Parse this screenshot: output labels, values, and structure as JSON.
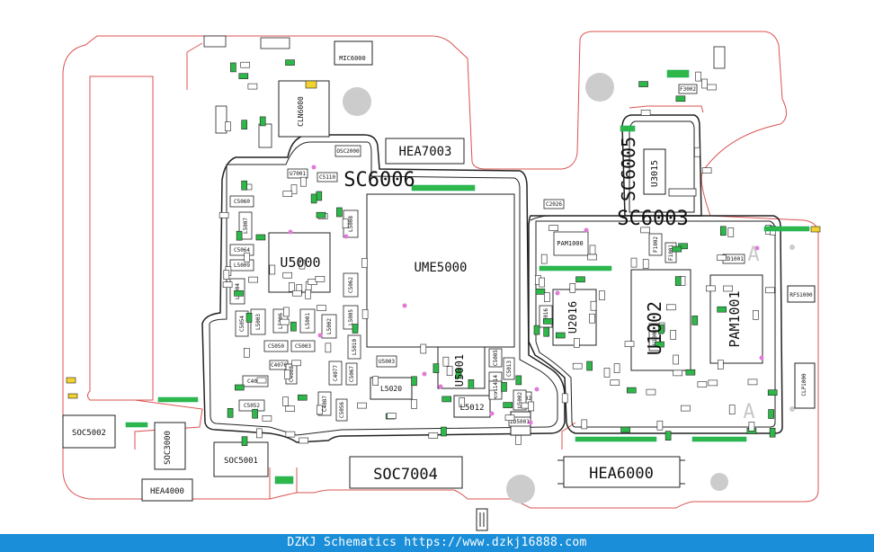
{
  "footer": {
    "text": "DZKJ Schematics https://www.dzkj16888.com"
  },
  "components": {
    "big": [
      {
        "id": "ume5000",
        "label": "UME5000"
      },
      {
        "id": "u5000",
        "label": "U5000"
      },
      {
        "id": "u1002",
        "label": "U1002"
      },
      {
        "id": "pam1001",
        "label": "PAM1001"
      },
      {
        "id": "u2016",
        "label": "U2016"
      },
      {
        "id": "u5001",
        "label": "U5001"
      },
      {
        "id": "u3015",
        "label": "U3015"
      }
    ],
    "connectors": [
      {
        "id": "hea7003",
        "label": "HEA7003"
      },
      {
        "id": "soc7004",
        "label": "SOC7004"
      },
      {
        "id": "hea6000",
        "label": "HEA6000"
      },
      {
        "id": "soc5002",
        "label": "SOC5002"
      },
      {
        "id": "soc5001",
        "label": "SOC5001"
      },
      {
        "id": "hea4000",
        "label": "HEA4000"
      },
      {
        "id": "soc3000",
        "label": "SOC3000"
      },
      {
        "id": "cln6000",
        "label": "CLN6000"
      },
      {
        "id": "mic6000",
        "label": "MIC6000"
      },
      {
        "id": "clp1000",
        "label": "CLP1000"
      },
      {
        "id": "rfs1000",
        "label": "RFS1000"
      },
      {
        "id": "pam1000",
        "label": "PAM1000"
      },
      {
        "id": "l5012",
        "label": "L5012"
      },
      {
        "id": "l5020",
        "label": "L5020"
      }
    ],
    "shields": [
      {
        "id": "sc6006",
        "label": "SC6006"
      },
      {
        "id": "sc6005",
        "label": "SC6005"
      },
      {
        "id": "sc6003",
        "label": "SC6003"
      }
    ],
    "small": [
      "C5060",
      "L5007",
      "L5008",
      "C5064",
      "L5009",
      "L5004",
      "L5003",
      "L5006",
      "L5001",
      "L5002",
      "L5005",
      "C5054",
      "C5062",
      "C5050",
      "C5003",
      "C4084",
      "C4076",
      "C4088",
      "C4077",
      "L5010",
      "U5003",
      "C5052",
      "C4087",
      "C5056",
      "C5067",
      "C5014",
      "C5002",
      "C5005",
      "C5013",
      "ZD5001",
      "U7001",
      "C5110",
      "OSC2000",
      "F1002",
      "F3002",
      "C2026",
      "ZD1001",
      "F1001",
      "U5002",
      "C5114",
      "L2016",
      "U1001"
    ],
    "area_letter": "A"
  }
}
